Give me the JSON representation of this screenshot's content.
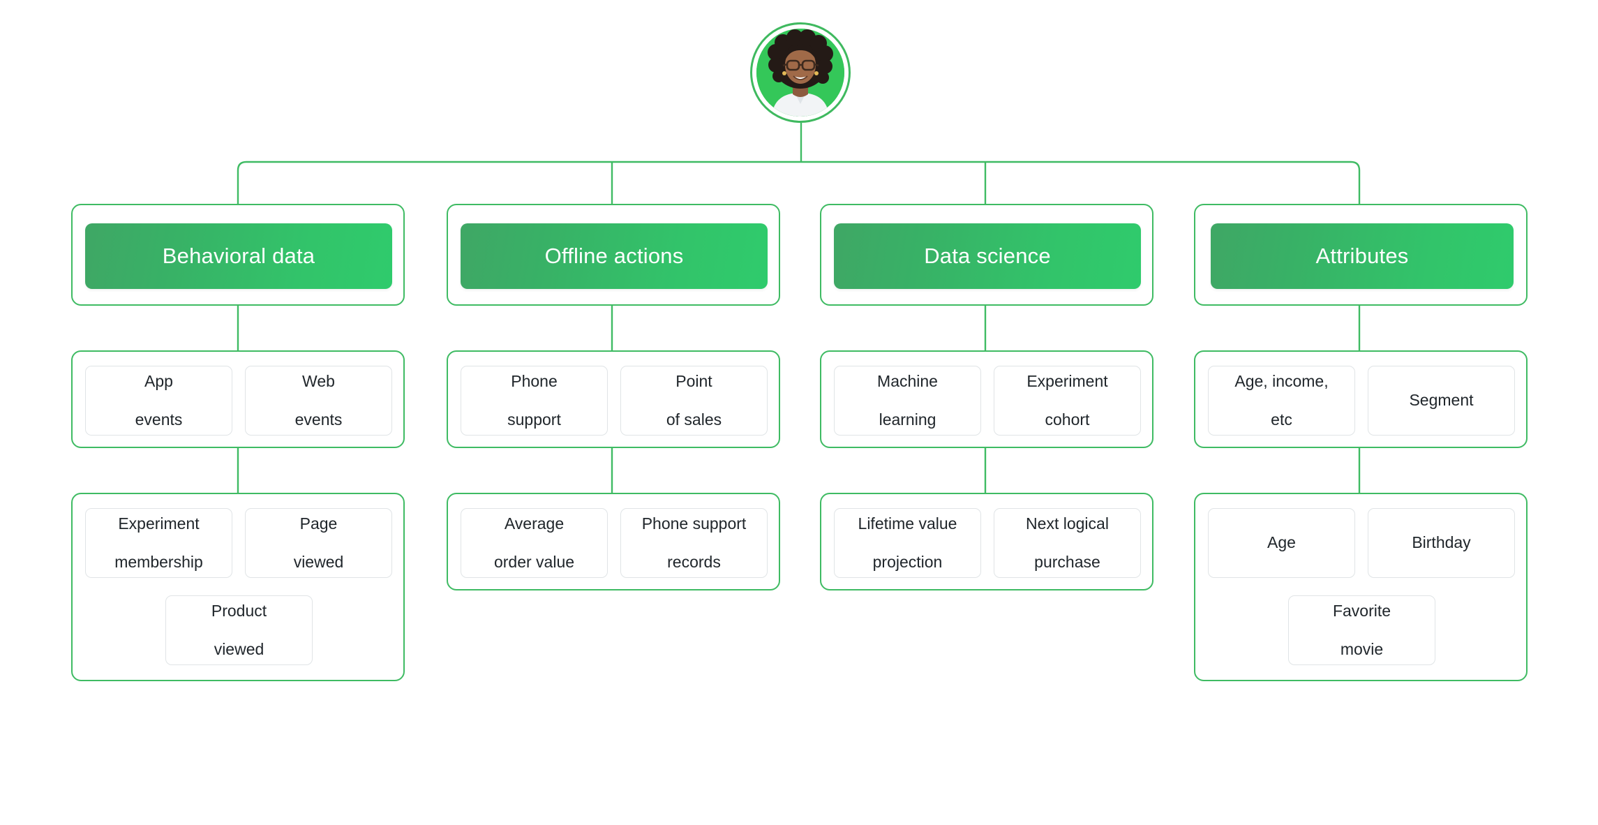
{
  "root": {
    "icon": "user-avatar",
    "alt": "Customer profile photo"
  },
  "accent": {
    "border_green": "#3fbb63",
    "gradient_from": "#3fa765",
    "gradient_to": "#2fcb6c",
    "chip_border": "#e0e4e6",
    "text_dark": "#20262b",
    "header_text": "#ffffff",
    "avatar_ring": "#3fb95f",
    "avatar_fill": "#34c759"
  },
  "columns": [
    {
      "id": "behavioral-data",
      "header": "Behavioral data",
      "rows": [
        {
          "id": "behavioral-row-1",
          "chips": [
            {
              "id": "app-events",
              "lines": [
                "App",
                "events"
              ]
            },
            {
              "id": "web-events",
              "lines": [
                "Web",
                "events"
              ]
            }
          ]
        },
        {
          "id": "behavioral-row-2",
          "chips": [
            {
              "id": "experiment-membership",
              "lines": [
                "Experiment",
                "membership"
              ]
            },
            {
              "id": "page-viewed",
              "lines": [
                "Page",
                "viewed"
              ]
            },
            {
              "id": "product-viewed",
              "lines": [
                "Product",
                "viewed"
              ]
            }
          ]
        }
      ]
    },
    {
      "id": "offline-actions",
      "header": "Offline actions",
      "rows": [
        {
          "id": "offline-row-1",
          "chips": [
            {
              "id": "phone-support",
              "lines": [
                "Phone",
                "support"
              ]
            },
            {
              "id": "point-of-sales",
              "lines": [
                "Point",
                "of sales"
              ]
            }
          ]
        },
        {
          "id": "offline-row-2",
          "chips": [
            {
              "id": "average-order-value",
              "lines": [
                "Average",
                "order value"
              ]
            },
            {
              "id": "phone-support-records",
              "lines": [
                "Phone support",
                "records"
              ]
            }
          ]
        }
      ]
    },
    {
      "id": "data-science",
      "header": "Data science",
      "rows": [
        {
          "id": "data-science-row-1",
          "chips": [
            {
              "id": "machine-learning",
              "lines": [
                "Machine",
                "learning"
              ]
            },
            {
              "id": "experiment-cohort",
              "lines": [
                "Experiment",
                "cohort"
              ]
            }
          ]
        },
        {
          "id": "data-science-row-2",
          "chips": [
            {
              "id": "lifetime-value-projection",
              "lines": [
                "Lifetime value",
                "projection"
              ]
            },
            {
              "id": "next-logical-purchase",
              "lines": [
                "Next logical",
                "purchase"
              ]
            }
          ]
        }
      ]
    },
    {
      "id": "attributes",
      "header": "Attributes",
      "rows": [
        {
          "id": "attributes-row-1",
          "chips": [
            {
              "id": "age-income-etc",
              "lines": [
                "Age, income,",
                "etc"
              ]
            },
            {
              "id": "segment",
              "lines": [
                "Segment"
              ]
            }
          ]
        },
        {
          "id": "attributes-row-2",
          "chips": [
            {
              "id": "age",
              "lines": [
                "Age"
              ]
            },
            {
              "id": "birthday",
              "lines": [
                "Birthday"
              ]
            },
            {
              "id": "favorite-movie",
              "lines": [
                "Favorite",
                "movie"
              ]
            }
          ]
        }
      ]
    }
  ]
}
